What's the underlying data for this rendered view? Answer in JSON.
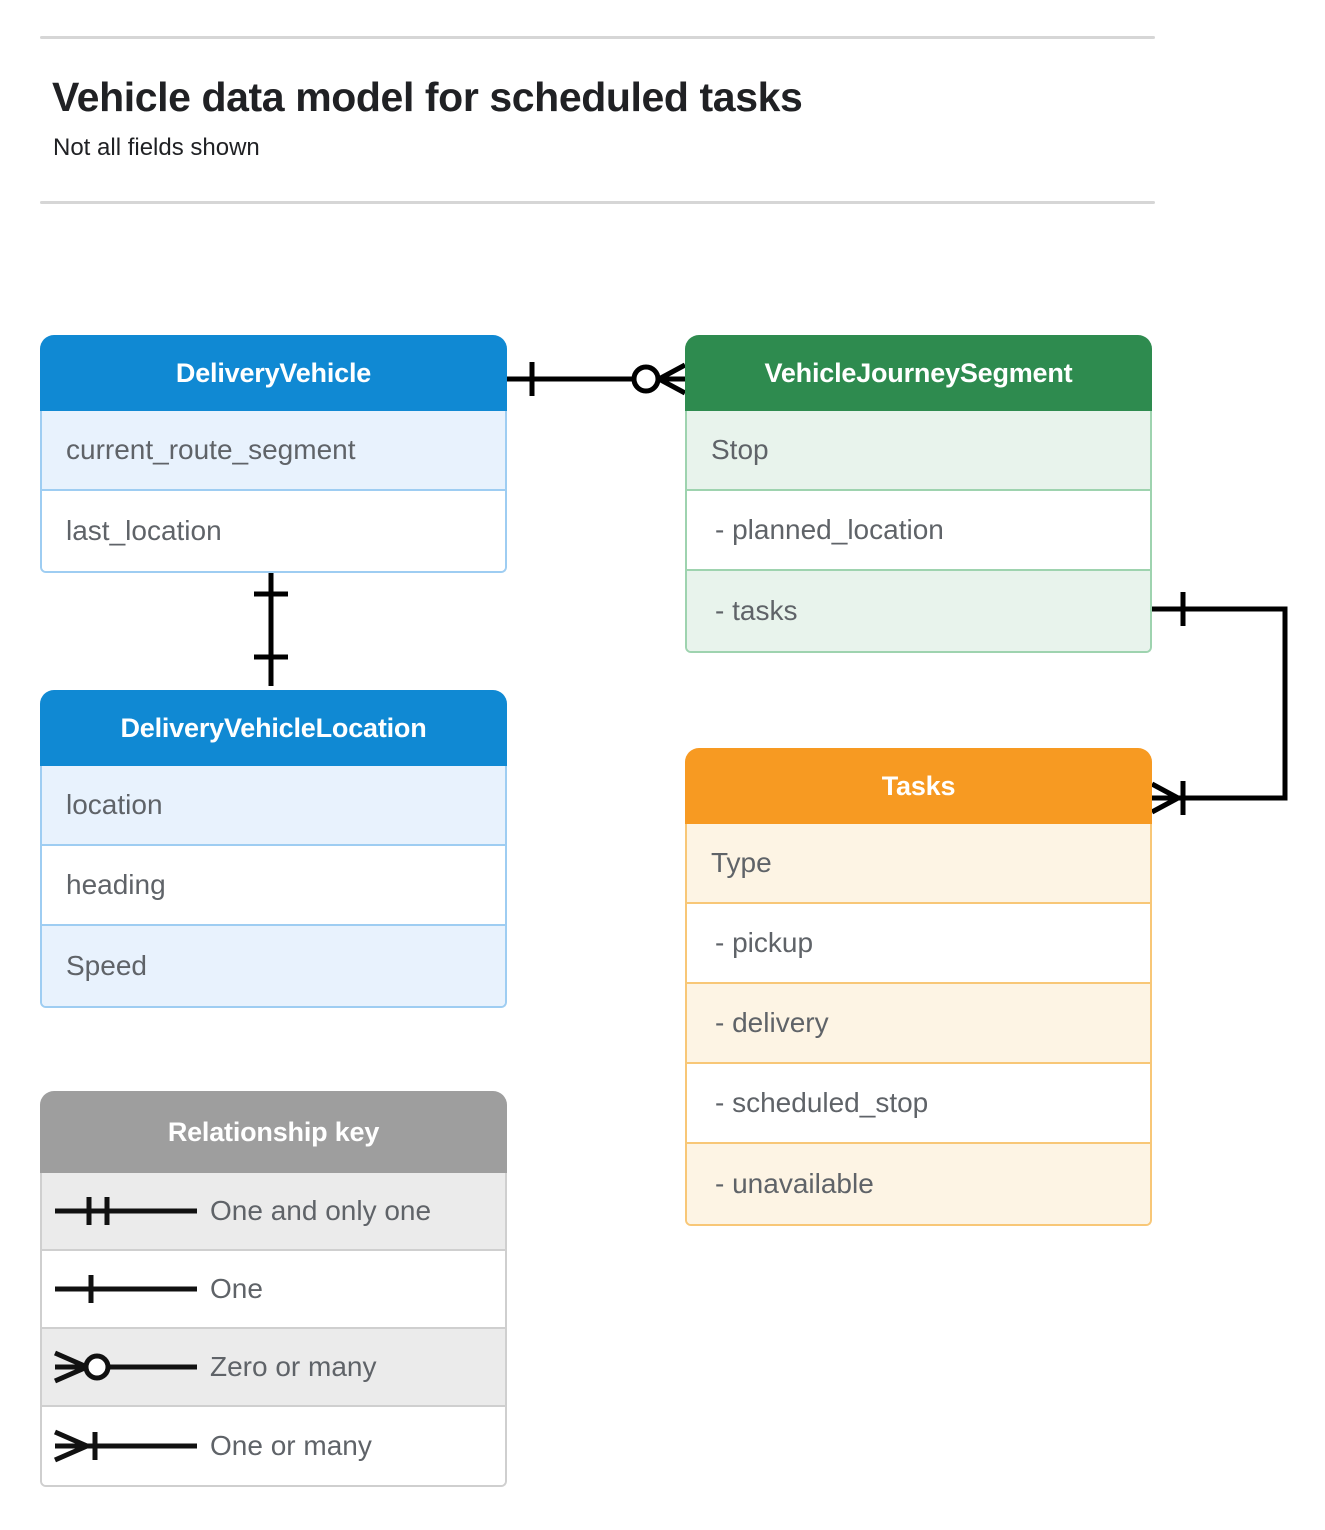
{
  "header": {
    "title": "Vehicle data model for scheduled tasks",
    "subtitle": "Not all fields shown"
  },
  "colors": {
    "blue_header": "#1089d3",
    "blue_border": "#9ecdf2",
    "blue_tint": "#e8f2fd",
    "green_header": "#2e8b4f",
    "green_border": "#9ed3af",
    "green_tint": "#e8f3ec",
    "orange_header": "#f79a22",
    "orange_border": "#f8c777",
    "orange_tint": "#fdf4e4",
    "gray_header": "#9e9e9e",
    "gray_border": "#cfcfcf",
    "gray_tint": "#ebebeb",
    "text": "#5f6368",
    "connector": "#000000"
  },
  "entities": {
    "delivery_vehicle": {
      "title": "DeliveryVehicle",
      "fields": [
        "current_route_segment",
        "last_location"
      ]
    },
    "vehicle_journey_segment": {
      "title": "VehicleJourneySegment",
      "fields": [
        "Stop",
        "-  planned_location",
        "- tasks"
      ]
    },
    "delivery_vehicle_location": {
      "title": "DeliveryVehicleLocation",
      "fields": [
        "location",
        "heading",
        "Speed"
      ]
    },
    "tasks": {
      "title": "Tasks",
      "fields": [
        "Type",
        "-  pickup",
        "-  delivery",
        "-  scheduled_stop",
        "-  unavailable"
      ]
    }
  },
  "legend": {
    "title": "Relationship key",
    "items": [
      {
        "symbol": "one-and-only-one",
        "label": "One and only one"
      },
      {
        "symbol": "one",
        "label": "One"
      },
      {
        "symbol": "zero-or-many",
        "label": "Zero or many"
      },
      {
        "symbol": "one-or-many",
        "label": "One or many"
      }
    ]
  },
  "relationships": [
    {
      "name": "deliveryvehicle-to-vehiclejourneysegment",
      "from": "DeliveryVehicle",
      "to": "VehicleJourneySegment",
      "from_cardinality": "One",
      "to_cardinality": "Zero or many"
    },
    {
      "name": "deliveryvehicle-to-deliveryvehiclelocation",
      "from": "DeliveryVehicle",
      "to": "DeliveryVehicleLocation",
      "from_cardinality": "One and only one",
      "to_cardinality": "One and only one"
    },
    {
      "name": "vehiclejourneysegment-tasks-to-tasks",
      "from": "VehicleJourneySegment",
      "to": "Tasks",
      "from_cardinality": "One",
      "to_cardinality": "One or many"
    }
  ]
}
